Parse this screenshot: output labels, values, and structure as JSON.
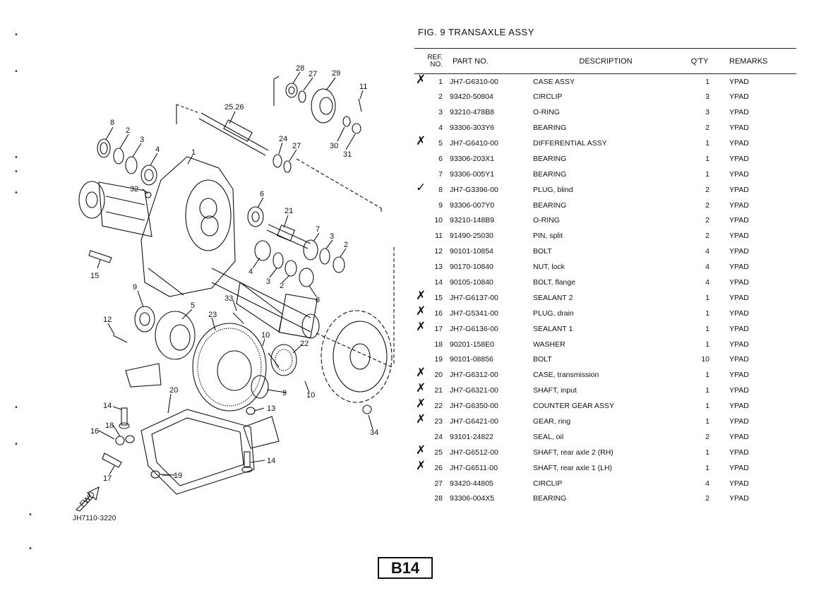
{
  "figure": {
    "title": "FIG.  9  TRANSAXLE ASSY",
    "drawing_code": "JH7110-3220",
    "page_badge": "B14",
    "fwd_label": "FWD"
  },
  "table": {
    "headers": {
      "ref_line1": "REF.",
      "ref_line2": "NO.",
      "part_no": "PART NO.",
      "description": "DESCRIPTION",
      "qty": "Q'TY",
      "remarks": "REMARKS"
    },
    "rows": [
      {
        "ref": "1",
        "part": "JH7-G6310-00",
        "desc": "CASE ASSY",
        "qty": "1",
        "remarks": "YPAD",
        "mark": "✗"
      },
      {
        "ref": "2",
        "part": "93420-50804",
        "desc": "CIRCLIP",
        "qty": "3",
        "remarks": "YPAD",
        "mark": ""
      },
      {
        "ref": "3",
        "part": "93210-478B8",
        "desc": "O-RING",
        "qty": "3",
        "remarks": "YPAD",
        "mark": ""
      },
      {
        "ref": "4",
        "part": "93306-303Y6",
        "desc": "BEARING",
        "qty": "2",
        "remarks": "YPAD",
        "mark": ""
      },
      {
        "ref": "5",
        "part": "JH7-G6410-00",
        "desc": "DIFFERENTIAL ASSY",
        "qty": "1",
        "remarks": "YPAD",
        "mark": "✗"
      },
      {
        "ref": "6",
        "part": "93306-203X1",
        "desc": "BEARING",
        "qty": "1",
        "remarks": "YPAD",
        "mark": ""
      },
      {
        "ref": "7",
        "part": "93306-005Y1",
        "desc": "BEARING",
        "qty": "1",
        "remarks": "YPAD",
        "mark": ""
      },
      {
        "ref": "8",
        "part": "JH7-G3396-00",
        "desc": "PLUG, blind",
        "qty": "2",
        "remarks": "YPAD",
        "mark": "✓"
      },
      {
        "ref": "9",
        "part": "93306-007Y0",
        "desc": "BEARING",
        "qty": "2",
        "remarks": "YPAD",
        "mark": ""
      },
      {
        "ref": "10",
        "part": "93210-148B9",
        "desc": "O-RING",
        "qty": "2",
        "remarks": "YPAD",
        "mark": ""
      },
      {
        "ref": "11",
        "part": "91490-25030",
        "desc": "PIN, split",
        "qty": "2",
        "remarks": "YPAD",
        "mark": ""
      },
      {
        "ref": "12",
        "part": "90101-10854",
        "desc": "BOLT",
        "qty": "4",
        "remarks": "YPAD",
        "mark": ""
      },
      {
        "ref": "13",
        "part": "90170-10840",
        "desc": "NUT, lock",
        "qty": "4",
        "remarks": "YPAD",
        "mark": ""
      },
      {
        "ref": "14",
        "part": "90105-10840",
        "desc": "BOLT, flange",
        "qty": "4",
        "remarks": "YPAD",
        "mark": ""
      },
      {
        "ref": "15",
        "part": "JH7-G6137-00",
        "desc": "SEALANT 2",
        "qty": "1",
        "remarks": "YPAD",
        "mark": "✗"
      },
      {
        "ref": "16",
        "part": "JH7-G5341-00",
        "desc": "PLUG, drain",
        "qty": "1",
        "remarks": "YPAD",
        "mark": "✗"
      },
      {
        "ref": "17",
        "part": "JH7-G6136-00",
        "desc": "SEALANT 1",
        "qty": "1",
        "remarks": "YPAD",
        "mark": "✗"
      },
      {
        "ref": "18",
        "part": "90201-158E0",
        "desc": "WASHER",
        "qty": "1",
        "remarks": "YPAD",
        "mark": ""
      },
      {
        "ref": "19",
        "part": "90101-08856",
        "desc": "BOLT",
        "qty": "10",
        "remarks": "YPAD",
        "mark": ""
      },
      {
        "ref": "20",
        "part": "JH7-G6312-00",
        "desc": "CASE, transmission",
        "qty": "1",
        "remarks": "YPAD",
        "mark": "✗"
      },
      {
        "ref": "21",
        "part": "JH7-G6321-00",
        "desc": "SHAFT, input",
        "qty": "1",
        "remarks": "YPAD",
        "mark": "✗"
      },
      {
        "ref": "22",
        "part": "JH7-G6350-00",
        "desc": "COUNTER GEAR ASSY",
        "qty": "1",
        "remarks": "YPAD",
        "mark": "✗"
      },
      {
        "ref": "23",
        "part": "JH7-G6421-00",
        "desc": "GEAR, ring",
        "qty": "1",
        "remarks": "YPAD",
        "mark": "✗"
      },
      {
        "ref": "24",
        "part": "93101-24822",
        "desc": "SEAL, oil",
        "qty": "2",
        "remarks": "YPAD",
        "mark": ""
      },
      {
        "ref": "25",
        "part": "JH7-G6512-00",
        "desc": "SHAFT, rear axle 2 (RH)",
        "qty": "1",
        "remarks": "YPAD",
        "mark": "✗"
      },
      {
        "ref": "26",
        "part": "JH7-G6511-00",
        "desc": "SHAFT, rear axle 1 (LH)",
        "qty": "1",
        "remarks": "YPAD",
        "mark": "✗"
      },
      {
        "ref": "27",
        "part": "93420-44805",
        "desc": "CIRCLIP",
        "qty": "4",
        "remarks": "YPAD",
        "mark": ""
      },
      {
        "ref": "28",
        "part": "93306-004X5",
        "desc": "BEARING",
        "qty": "2",
        "remarks": "YPAD",
        "mark": ""
      }
    ]
  },
  "callouts": [
    "28",
    "27",
    "29",
    "11",
    "25.26",
    "24",
    "27",
    "30",
    "31",
    "8",
    "2",
    "3",
    "4",
    "1",
    "32",
    "6",
    "21",
    "7",
    "3",
    "2",
    "15",
    "4",
    "3",
    "2",
    "8",
    "9",
    "5",
    "33",
    "12",
    "23",
    "10",
    "22",
    "9",
    "10",
    "20",
    "14",
    "13",
    "34",
    "18",
    "16",
    "14",
    "17",
    "19"
  ]
}
